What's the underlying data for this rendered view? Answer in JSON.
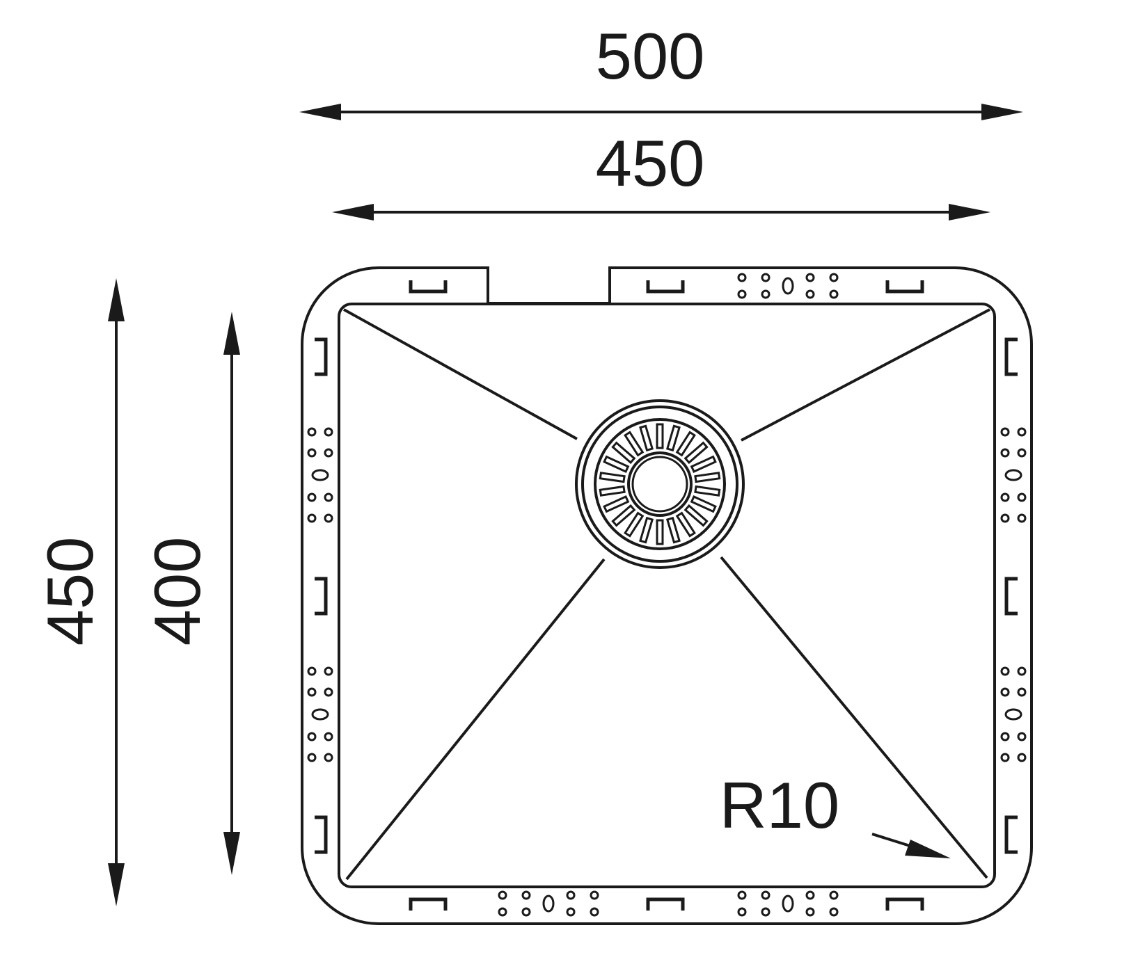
{
  "dimensions": {
    "outer_width": "500",
    "inner_width": "450",
    "outer_depth": "450",
    "inner_depth": "400",
    "corner_radius": "R10"
  },
  "colors": {
    "line": "#1a1a1a",
    "background": "#ffffff"
  }
}
